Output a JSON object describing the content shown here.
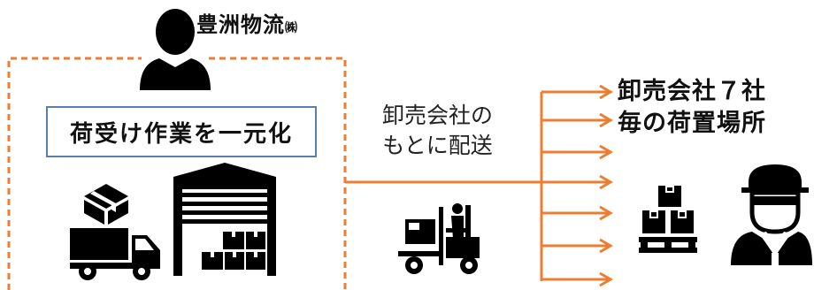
{
  "company": {
    "name": "豊洲物流",
    "suffix": "㈱"
  },
  "centralize_label": "荷受け作業を一元化",
  "delivery_caption": {
    "line1": "卸売会社の",
    "line2": "もとに配送"
  },
  "destination": {
    "line1": "卸売会社７社",
    "line2": "毎の荷置場所"
  },
  "colors": {
    "accent_orange": "#ed7d31",
    "box_border": "#5b7fa8",
    "icon_black": "#000000"
  },
  "icons": {
    "person": "person-icon",
    "box": "package-box-icon",
    "truck": "delivery-truck-icon",
    "warehouse": "warehouse-icon",
    "forklift": "forklift-icon",
    "worker": "warehouse-worker-icon",
    "pallet": "pallet-boxes-icon"
  }
}
